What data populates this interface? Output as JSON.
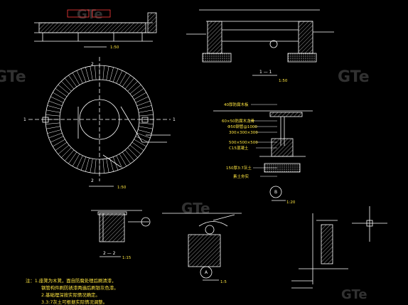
{
  "drawing": {
    "top_elevation_scale": "1:50",
    "section_1_label": "1 — 1",
    "section_1_scale": "1:50",
    "plan_label_1": "1",
    "plan_label_2": "2",
    "plan_scale": "1:50",
    "detail_b_scale": "1:20",
    "detail_b_marker": "B",
    "section_2_label": "2 — 2",
    "section_2_scale": "1:15",
    "detail_a_marker": "A",
    "detail_a_scale": "1:5",
    "detail_b_callouts": [
      "40厚防腐木板",
      "60×50防腐木龙骨",
      "Φ50钢管@1000",
      "300×300×300",
      "C15混凝土",
      "500×500×500",
      "150厚3:7灰土",
      "素土夯实"
    ],
    "notes": [
      "注：1.座凳为木凳，面自防腐处理后刷清漆，",
      "钢管构件刷防锈漆两遍后刷银灰色漆。",
      "2.基础埋深按实际情况确定。",
      "3.3:7灰土可根据实际情况调整。"
    ],
    "watermark": "GTe"
  },
  "colors": {
    "background": "#000000",
    "line": "#ffffff",
    "text": "#ffe640",
    "accent": "#ff3b3b",
    "hatch": "#bdbdbd",
    "watermark": "#5a5a5a"
  }
}
